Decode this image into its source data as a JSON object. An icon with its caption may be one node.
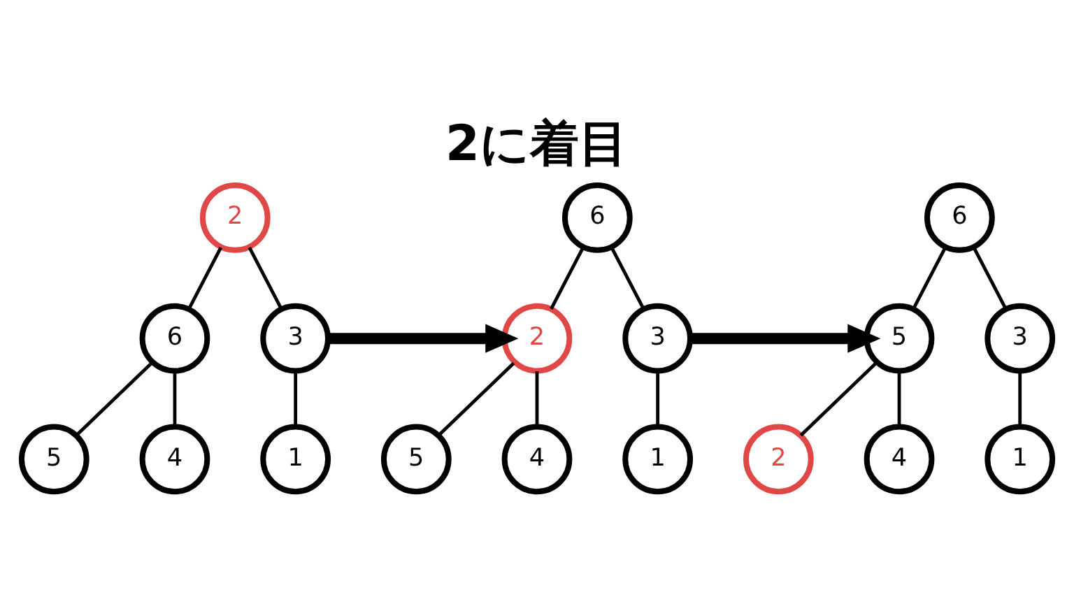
{
  "diagram": {
    "title": "2に着目",
    "nodes": [
      {
        "text": [
          "2"
        ]
      },
      {
        "text": [
          "6"
        ]
      },
      {
        "text": [
          "3"
        ]
      },
      {
        "text": [
          "5"
        ]
      },
      {
        "text": [
          "4"
        ]
      },
      {
        "text": [
          "1"
        ]
      },
      {
        "text": [
          "6"
        ]
      },
      {
        "text": [
          "2"
        ]
      },
      {
        "text": [
          "3"
        ]
      },
      {
        "text": [
          "5"
        ]
      },
      {
        "text": [
          "4"
        ]
      },
      {
        "text": [
          "1"
        ]
      },
      {
        "text": [
          "6"
        ]
      },
      {
        "text": [
          "5"
        ]
      },
      {
        "text": [
          "3"
        ]
      },
      {
        "text": [
          "2"
        ]
      },
      {
        "text": [
          "4"
        ]
      },
      {
        "text": [
          "1"
        ]
      }
    ],
    "edges": [
      {
        "from": 0,
        "to": 1,
        "arrow": "none"
      },
      {
        "from": 0,
        "to": 2,
        "arrow": "none"
      },
      {
        "from": 1,
        "to": 3,
        "arrow": "none"
      },
      {
        "from": 1,
        "to": 4,
        "arrow": "none"
      },
      {
        "from": 2,
        "to": 5,
        "arrow": "none"
      },
      {
        "from": 6,
        "to": 7,
        "arrow": "none"
      },
      {
        "from": 6,
        "to": 8,
        "arrow": "none"
      },
      {
        "from": 7,
        "to": 9,
        "arrow": "none"
      },
      {
        "from": 7,
        "to": 10,
        "arrow": "none"
      },
      {
        "from": 8,
        "to": 11,
        "arrow": "none"
      },
      {
        "from": 12,
        "to": 13,
        "arrow": "none"
      },
      {
        "from": 12,
        "to": 14,
        "arrow": "none"
      },
      {
        "from": 13,
        "to": 15,
        "arrow": "none"
      },
      {
        "from": 13,
        "to": 16,
        "arrow": "none"
      },
      {
        "from": 14,
        "to": 17,
        "arrow": "none"
      },
      {
        "from": 2,
        "to": 7,
        "arrow": "to",
        "style": "thick"
      },
      {
        "from": 8,
        "to": 13,
        "arrow": "to",
        "style": "thick"
      }
    ]
  }
}
